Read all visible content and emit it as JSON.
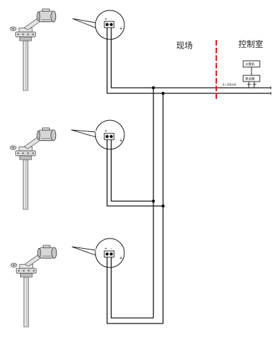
{
  "zones": {
    "field": "现场",
    "control_room": "控制室"
  },
  "control_room_devices": {
    "computer": "计算机",
    "barrier": "安全栅"
  },
  "signal": "4~20mA",
  "transmitters": [
    {
      "terminal_plus": "+",
      "terminal_minus": "-"
    },
    {
      "terminal_plus": "+",
      "terminal_minus": "-"
    },
    {
      "terminal_plus": "+",
      "terminal_minus": "-"
    }
  ],
  "colors": {
    "line": "#111111",
    "divider": "#e0202a",
    "instrument_fill": "#d9d9d9"
  }
}
